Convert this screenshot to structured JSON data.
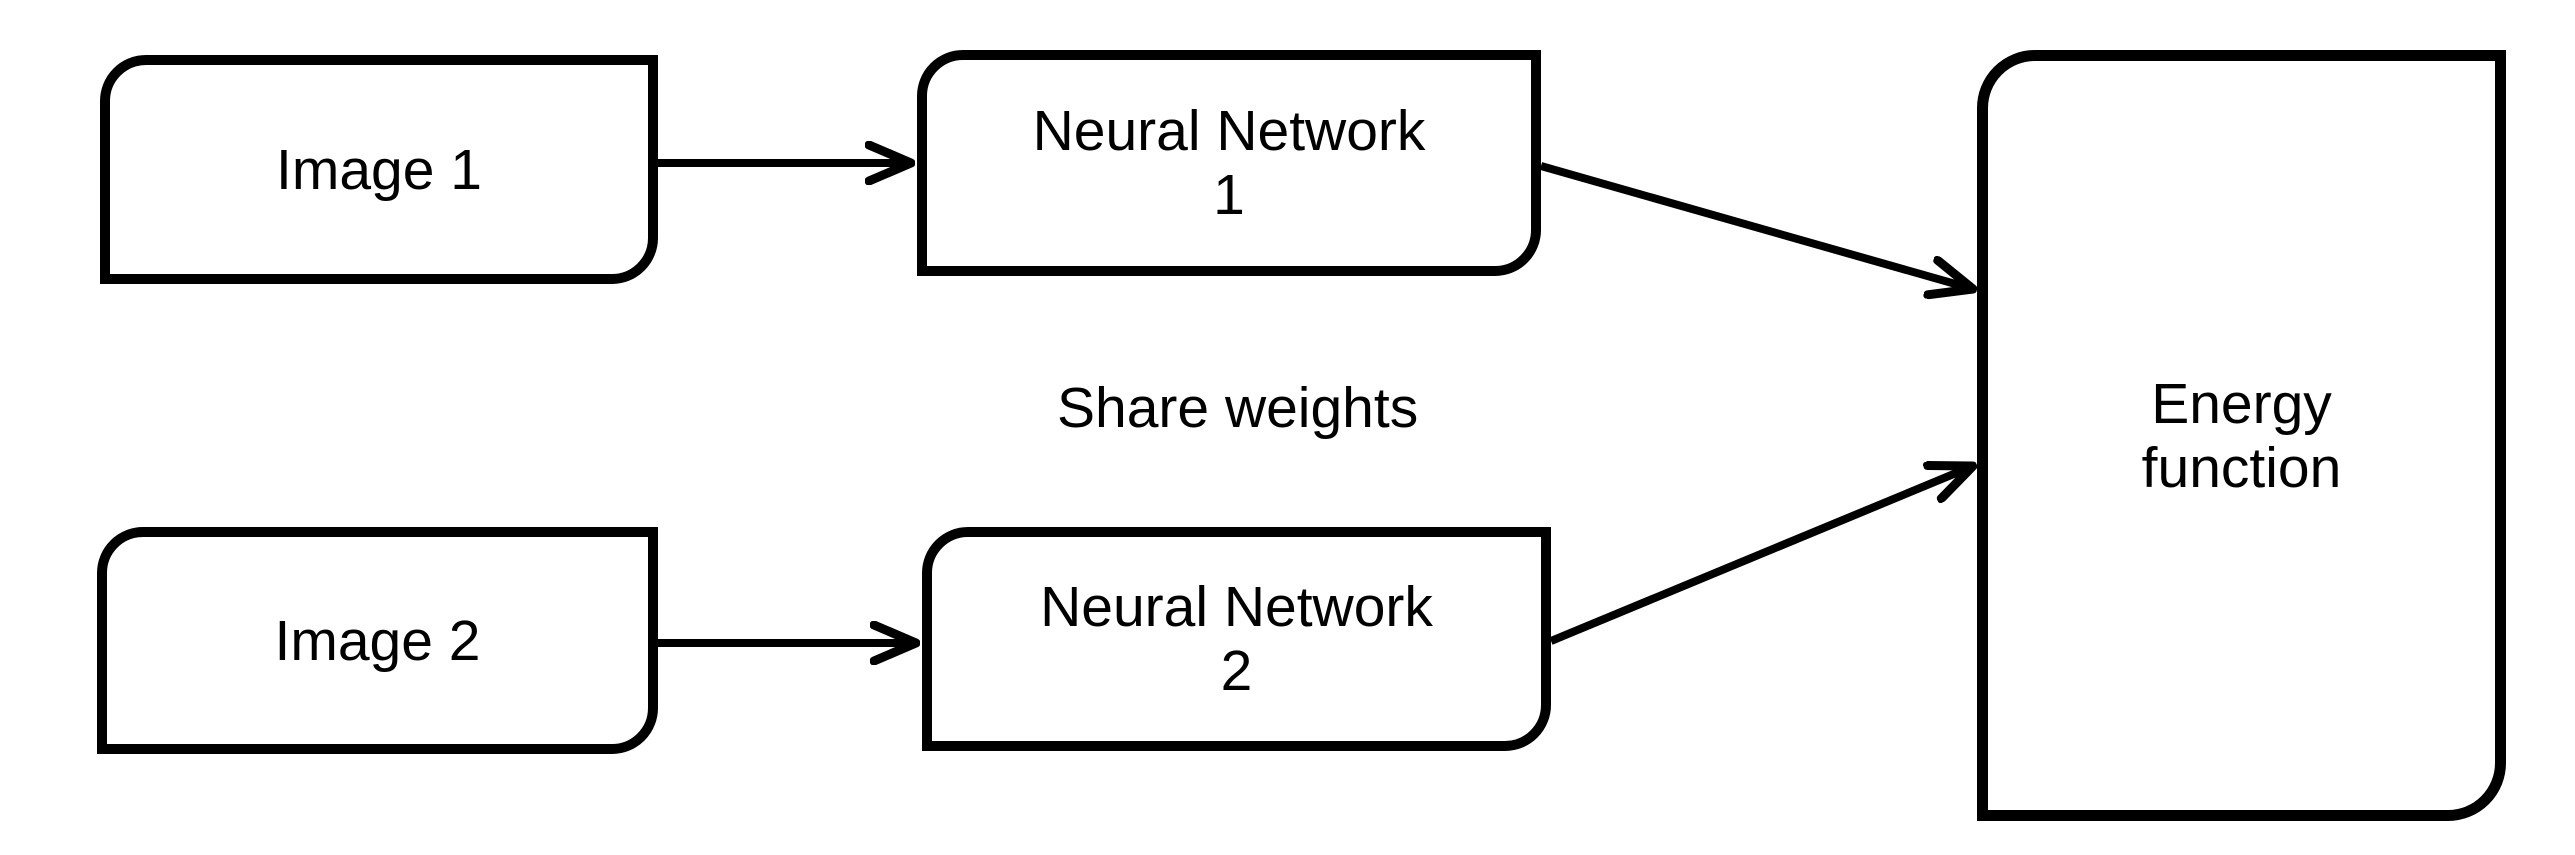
{
  "colors": {
    "ink": "#000000",
    "background": "#ffffff"
  },
  "diagram": {
    "nodes": [
      {
        "id": "image-1",
        "label": "Image 1"
      },
      {
        "id": "neural-network-1",
        "line1": "Neural Network",
        "line2": "1"
      },
      {
        "id": "image-2",
        "label": "Image 2"
      },
      {
        "id": "neural-network-2",
        "line1": "Neural Network",
        "line2": "2"
      },
      {
        "id": "energy-function",
        "line1": "Energy",
        "line2": "function"
      }
    ],
    "annotation": {
      "label": "Share weights"
    },
    "edges": [
      {
        "from": "image-1",
        "to": "neural-network-1"
      },
      {
        "from": "image-2",
        "to": "neural-network-2"
      },
      {
        "from": "neural-network-1",
        "to": "energy-function"
      },
      {
        "from": "neural-network-2",
        "to": "energy-function"
      }
    ]
  }
}
